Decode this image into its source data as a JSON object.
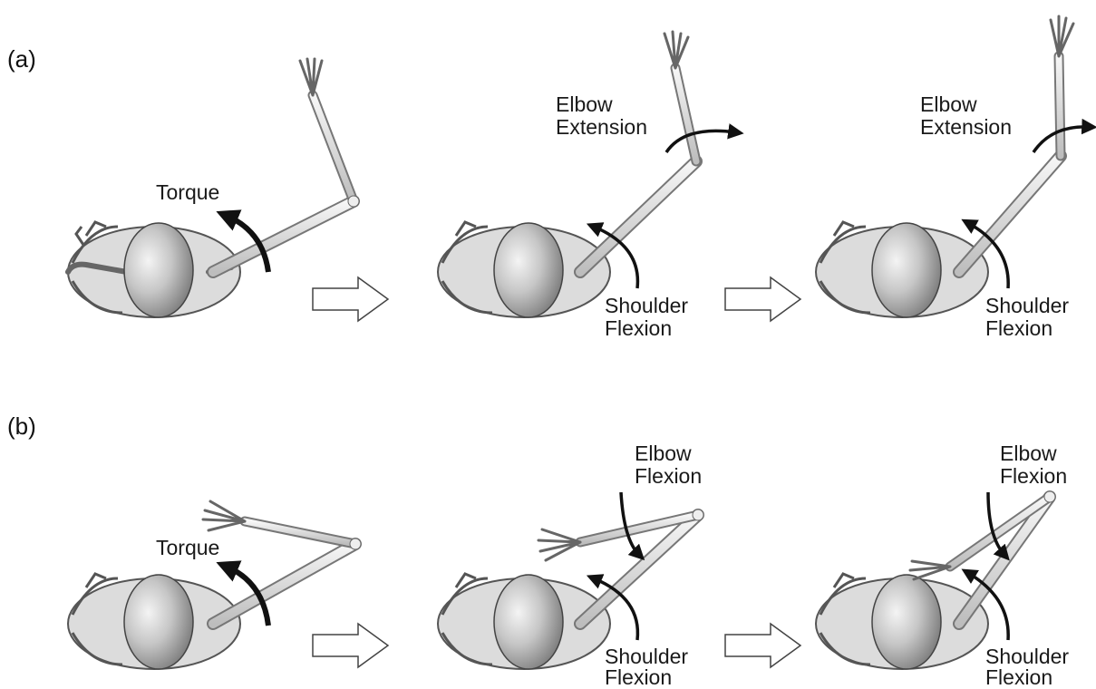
{
  "panels": [
    {
      "label": "(a)",
      "frames": [
        {
          "labels": [
            "Torque"
          ]
        },
        {
          "labels": [
            "Elbow",
            "Extension",
            "Shoulder",
            "Flexion"
          ]
        },
        {
          "labels": [
            "Elbow",
            "Extension",
            "Shoulder",
            "Flexion"
          ]
        }
      ]
    },
    {
      "label": "(b)",
      "frames": [
        {
          "labels": [
            "Torque"
          ]
        },
        {
          "labels": [
            "Elbow",
            "Flexion",
            "Shoulder",
            "Flexion"
          ]
        },
        {
          "labels": [
            "Elbow",
            "Flexion",
            "Shoulder",
            "Flexion"
          ]
        }
      ]
    }
  ],
  "colors": {
    "bone_fill": "#e6e6e6",
    "bone_stroke": "#555555",
    "skull_fill": "#9a9a9a",
    "arrow": "#111111"
  }
}
